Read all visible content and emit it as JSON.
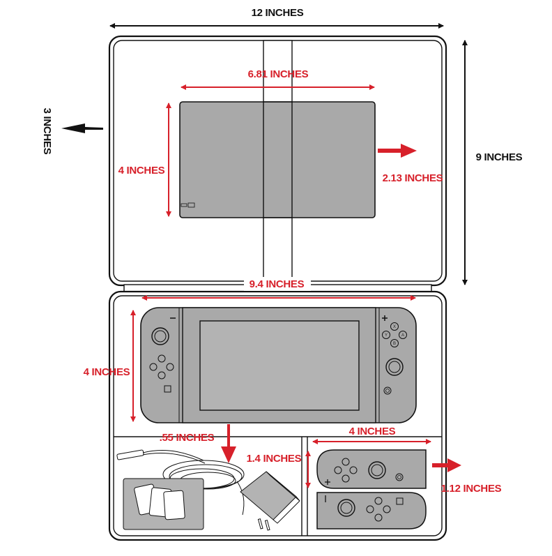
{
  "colors": {
    "accent": "#d7202a",
    "outline": "#111111",
    "device_fill": "#a9a9a9",
    "screen_fill": "#b3b3b3"
  },
  "labels": {
    "width_case": "12 INCHES",
    "height_case": "9 INCHES",
    "depth_case": "3 INCHES",
    "tablet_width": "6.81 INCHES",
    "tablet_height": "4 INCHES",
    "tablet_depth": "2.13 INCHES",
    "console_width": "9.4 INCHES",
    "console_height": "4 INCHES",
    "pocket_depth": ".55 INCHES",
    "joycon_width": "4 INCHES",
    "joycon_height": "1.4 INCHES",
    "joycon_depth": "1.12 INCHES"
  },
  "buttons": {
    "x": "X",
    "y": "Y",
    "a": "A",
    "b": "B"
  }
}
